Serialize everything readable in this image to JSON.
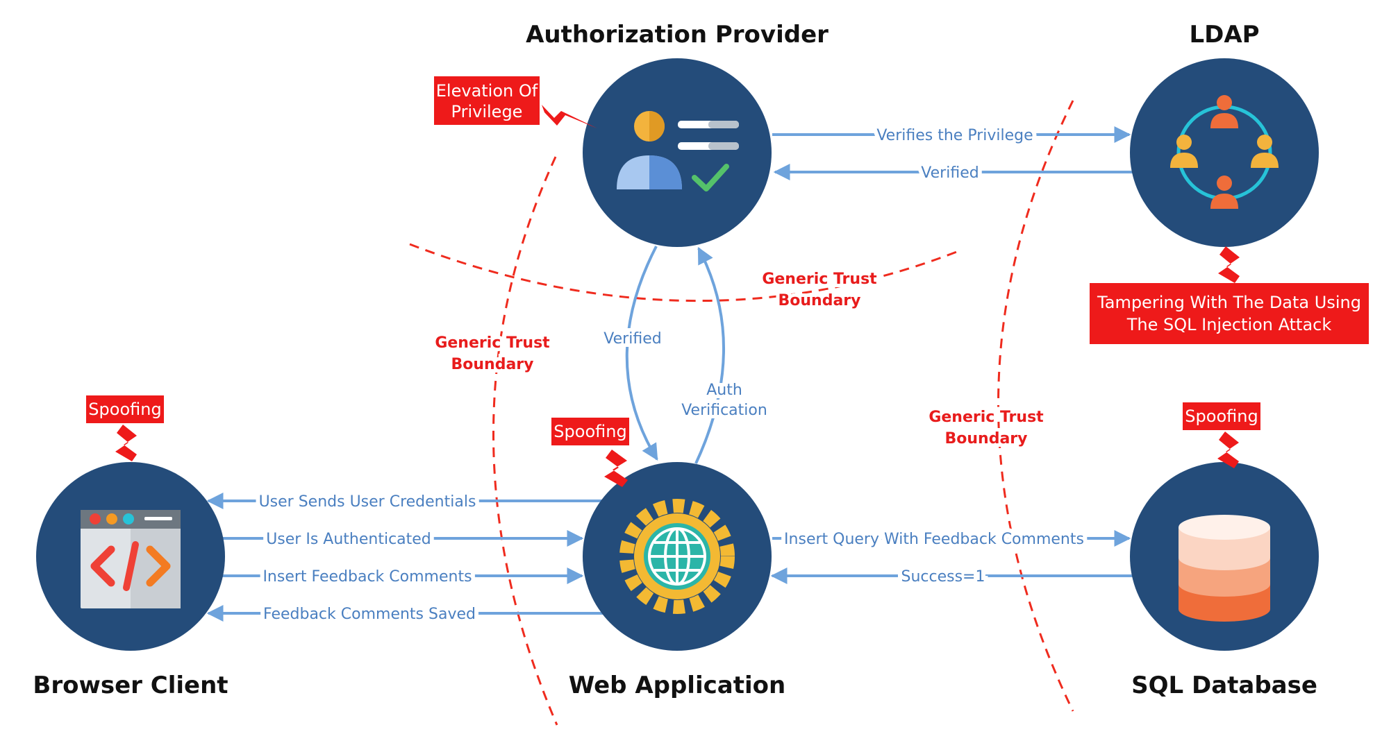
{
  "nodes": {
    "auth_provider": "Authorization Provider",
    "ldap": "LDAP",
    "browser_client": "Browser Client",
    "web_app": "Web Application",
    "sql_db": "SQL Database"
  },
  "edges": {
    "verifies_privilege": "Verifies the Privilege",
    "ldap_verified": "Verified",
    "app_verified": "Verified",
    "auth_verification_1": "Auth",
    "auth_verification_2": "Verification",
    "user_sends_credentials": "User Sends User Credentials",
    "user_authenticated": "User Is Authenticated",
    "insert_feedback": "Insert Feedback Comments",
    "feedback_saved": "Feedback Comments Saved",
    "insert_query": "Insert Query With Feedback Comments",
    "success": "Success=1"
  },
  "trust_boundaries": {
    "top_1": "Generic Trust",
    "top_2": "Boundary",
    "left_1": "Generic Trust",
    "left_2": "Boundary",
    "right_1": "Generic Trust",
    "right_2": "Boundary"
  },
  "threats": {
    "elevation_1": "Elevation Of",
    "elevation_2": "Privilege",
    "tampering_1": "Tampering With The Data Using",
    "tampering_2": "The SQL Injection Attack",
    "spoofing_browser": "Spoofing",
    "spoofing_webapp": "Spoofing",
    "spoofing_sql": "Spoofing"
  },
  "colors": {
    "node_fill": "#244c7a",
    "flow": "#6ea3dc",
    "threat": "#ee1a1a",
    "boundary": "#ef2b1e"
  },
  "icons": {
    "auth_provider": "user-checklist-icon",
    "ldap": "user-network-icon",
    "browser_client": "code-window-icon",
    "web_app": "globe-gear-icon",
    "sql_db": "database-icon"
  }
}
